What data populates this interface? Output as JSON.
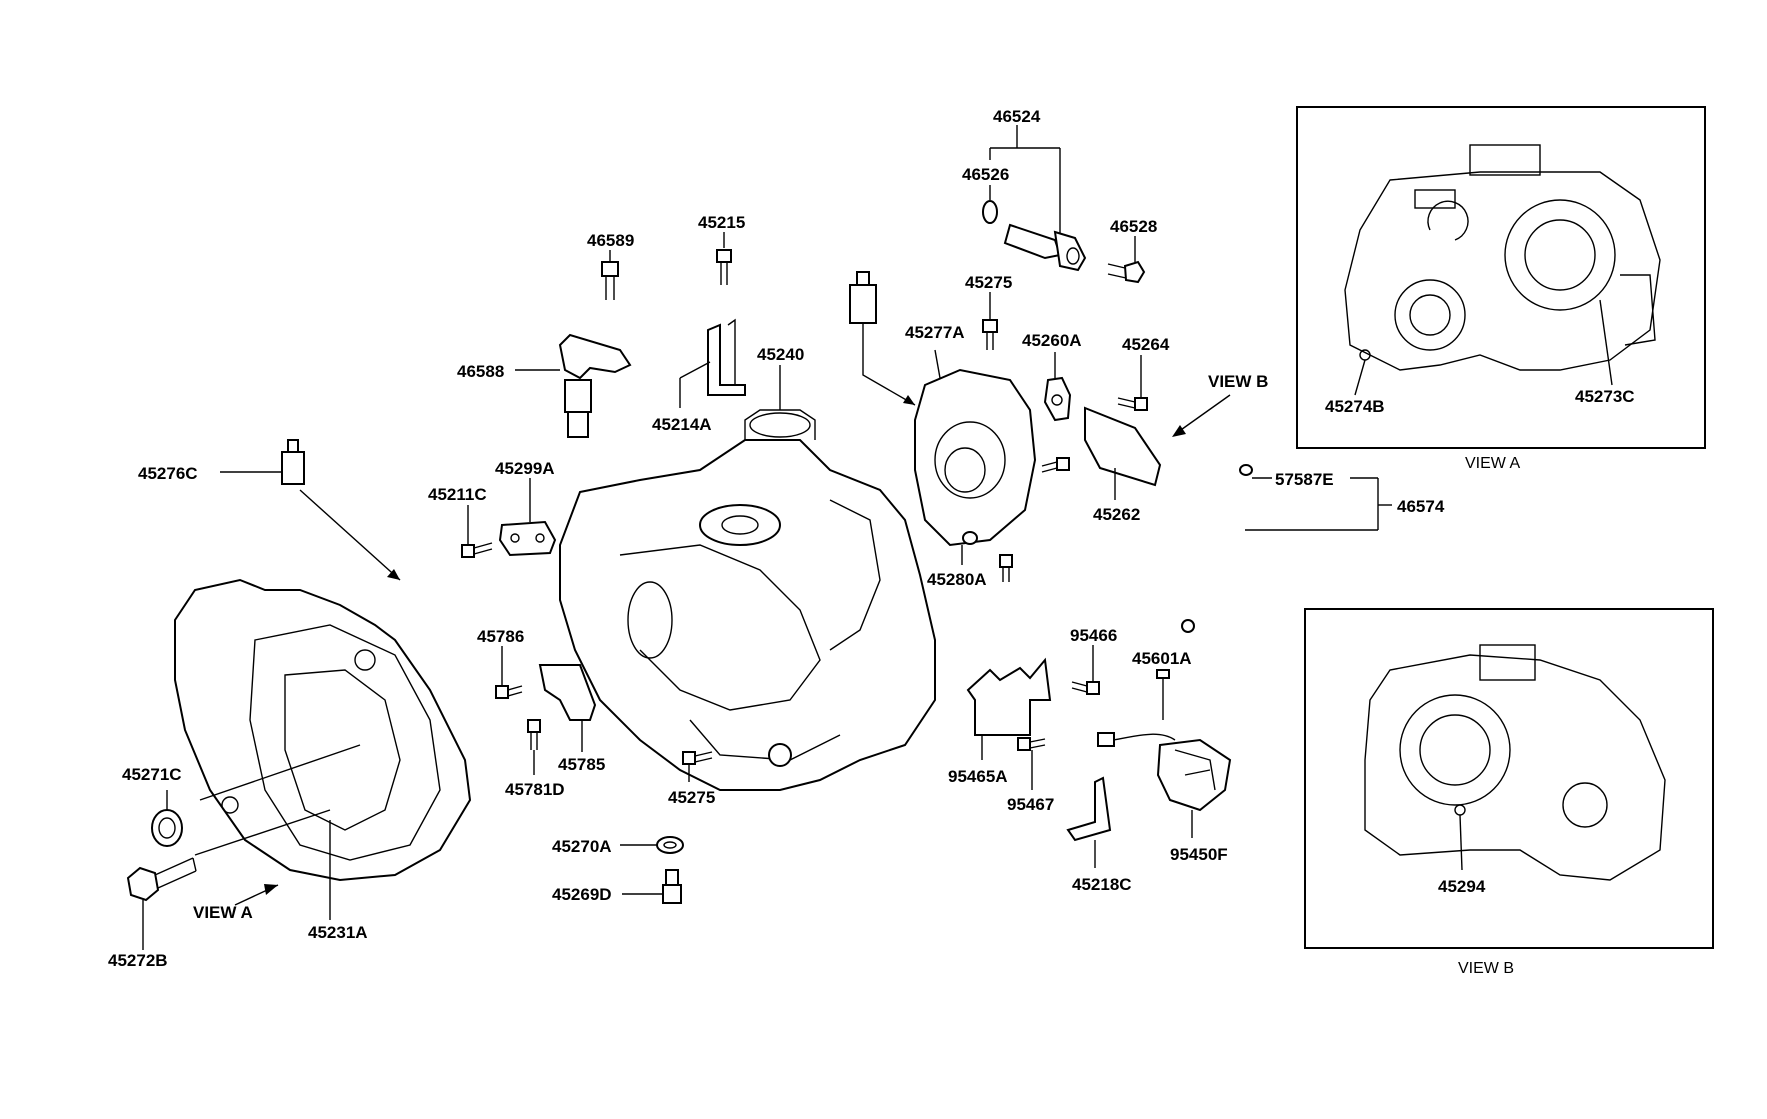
{
  "diagram": {
    "labels": {
      "p46524": "46524",
      "p46526": "46526",
      "p46528": "46528",
      "p46589": "46589",
      "p45215": "45215",
      "p46588": "46588",
      "p45214A": "45214A",
      "p45240": "45240",
      "p45275a": "45275",
      "p45277A": "45277A",
      "p45260A": "45260A",
      "p45264": "45264",
      "p45276C": "45276C",
      "p45299A": "45299A",
      "p45211C": "45211C",
      "p45262": "45262",
      "p57587E": "57587E",
      "p46574": "46574",
      "p45280A": "45280A",
      "p95466": "95466",
      "p45601A": "45601A",
      "p45786": "45786",
      "p45785": "45785",
      "p45781D": "45781D",
      "p45275b": "45275",
      "p95465A": "95465A",
      "p95467": "95467",
      "p45271C": "45271C",
      "p45270A": "45270A",
      "p45269D": "45269D",
      "p45218C": "45218C",
      "p95450F": "95450F",
      "p45272B": "45272B",
      "p45231A": "45231A",
      "p45274B": "45274B",
      "p45273C": "45273C",
      "p45294": "45294"
    },
    "captions": {
      "view_a": "VIEW A",
      "view_b": "VIEW B",
      "view_a_pointer": "VIEW A",
      "view_b_pointer": "VIEW B"
    }
  }
}
